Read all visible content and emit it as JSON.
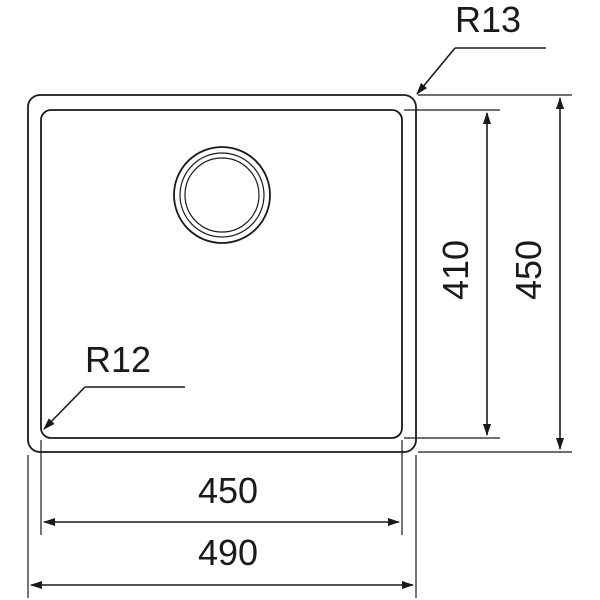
{
  "diagram": {
    "labels": {
      "outer_radius": "R13",
      "inner_radius": "R12",
      "inner_height": "410",
      "outer_height": "450",
      "inner_width": "450",
      "outer_width": "490"
    }
  }
}
